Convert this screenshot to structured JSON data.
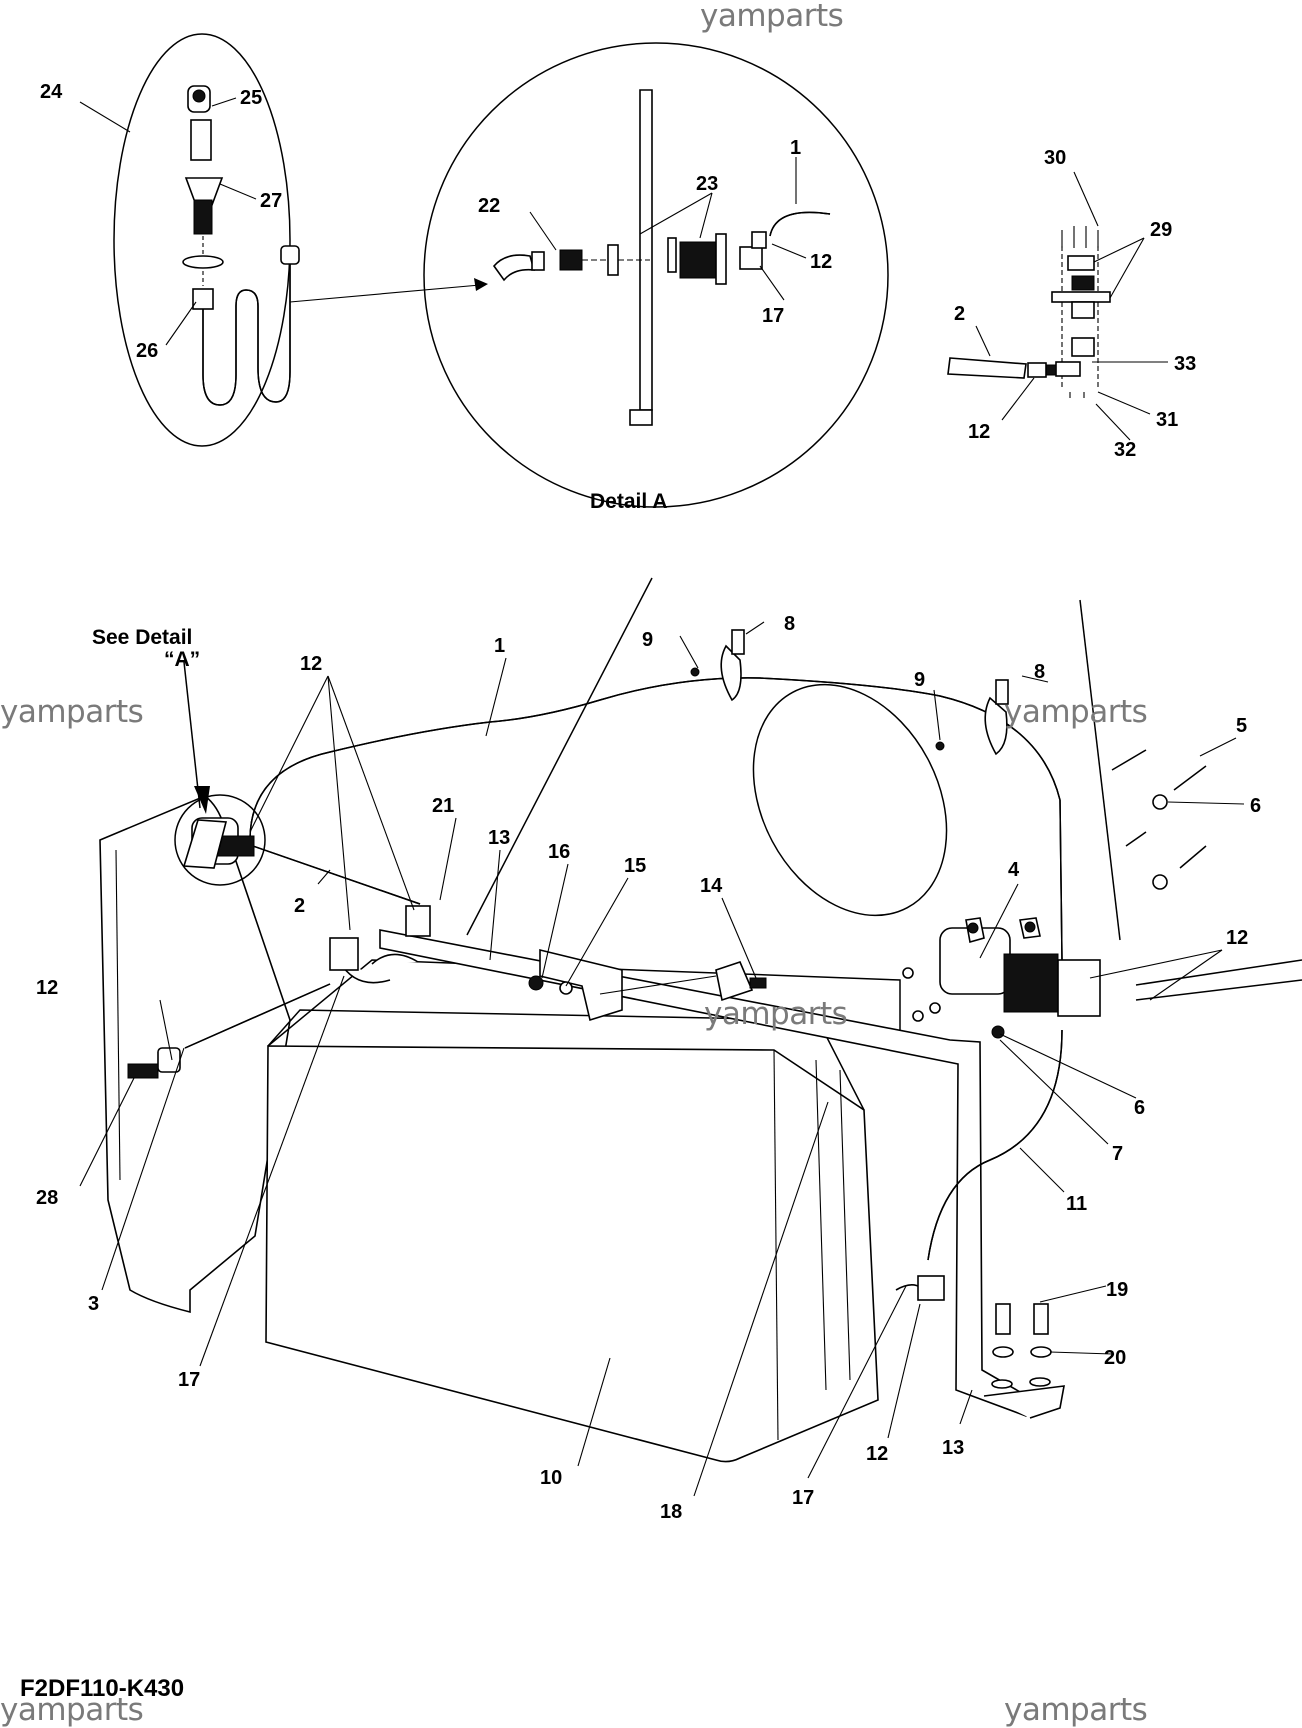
{
  "watermarks": [
    "yamparts",
    "yamparts",
    "yamparts",
    "yamparts",
    "yamparts",
    "yamparts"
  ],
  "diagram_code": "F2DF110-K430",
  "detail_caption": "Detail A",
  "see_detail": {
    "line1": "See Detail",
    "line2": "“A”"
  },
  "callouts": {
    "c24": "24",
    "c25": "25",
    "c27": "27",
    "c26": "26",
    "c22": "22",
    "c23": "23",
    "c1a": "1",
    "c12a": "12",
    "c17a": "17",
    "c30": "30",
    "c29": "29",
    "c2a": "2",
    "c33": "33",
    "c31": "31",
    "c12b": "12",
    "c32": "32",
    "c12c": "12",
    "c1b": "1",
    "c9a": "9",
    "c8a": "8",
    "c9b": "9",
    "c8b": "8",
    "c5": "5",
    "c6a": "6",
    "c21": "21",
    "c13a": "13",
    "c16": "16",
    "c15": "15",
    "c14": "14",
    "c4": "4",
    "c12d": "12",
    "c2b": "2",
    "c12e": "12",
    "c6b": "6",
    "c7": "7",
    "c11": "11",
    "c28": "28",
    "c3": "3",
    "c19": "19",
    "c20": "20",
    "c17b": "17",
    "c10": "10",
    "c18": "18",
    "c17c": "17",
    "c12f": "12",
    "c13b": "13"
  }
}
